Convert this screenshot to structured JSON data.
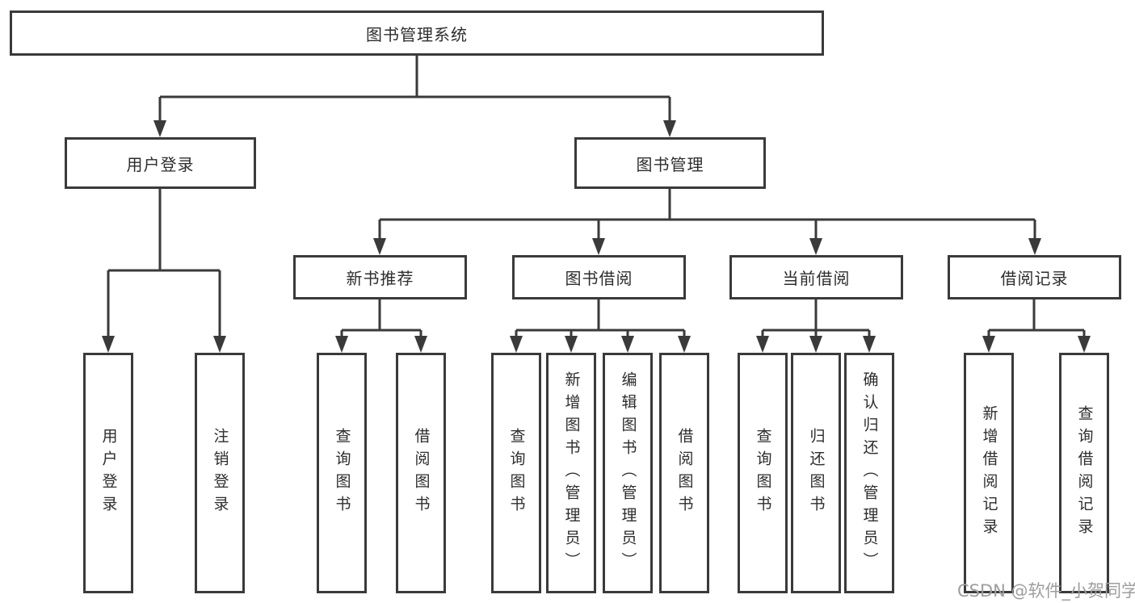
{
  "tree": {
    "root": {
      "label": "图书管理系统"
    },
    "children": [
      {
        "label": "用户登录",
        "children": [
          {
            "label": "用户登录"
          },
          {
            "label": "注销登录"
          }
        ]
      },
      {
        "label": "图书管理",
        "children": [
          {
            "label": "新书推荐",
            "children": [
              {
                "label": "查询图书"
              },
              {
                "label": "借阅图书"
              }
            ]
          },
          {
            "label": "图书借阅",
            "children": [
              {
                "label": "查询图书"
              },
              {
                "label": "新增图书（管理员）"
              },
              {
                "label": "编辑图书（管理员）"
              },
              {
                "label": "借阅图书"
              }
            ]
          },
          {
            "label": "当前借阅",
            "children": [
              {
                "label": "查询图书"
              },
              {
                "label": "归还图书"
              },
              {
                "label": "确认归还（管理员）"
              }
            ]
          },
          {
            "label": "借阅记录",
            "children": [
              {
                "label": "新增借阅记录"
              },
              {
                "label": "查询借阅记录"
              }
            ]
          }
        ]
      }
    ]
  },
  "watermark": "CSDN @软件_小贺同学",
  "colors": {
    "line": "#3a3a3a",
    "text": "#2d2d2d",
    "watermark": "#9e9e9e",
    "background": "#ffffff"
  }
}
